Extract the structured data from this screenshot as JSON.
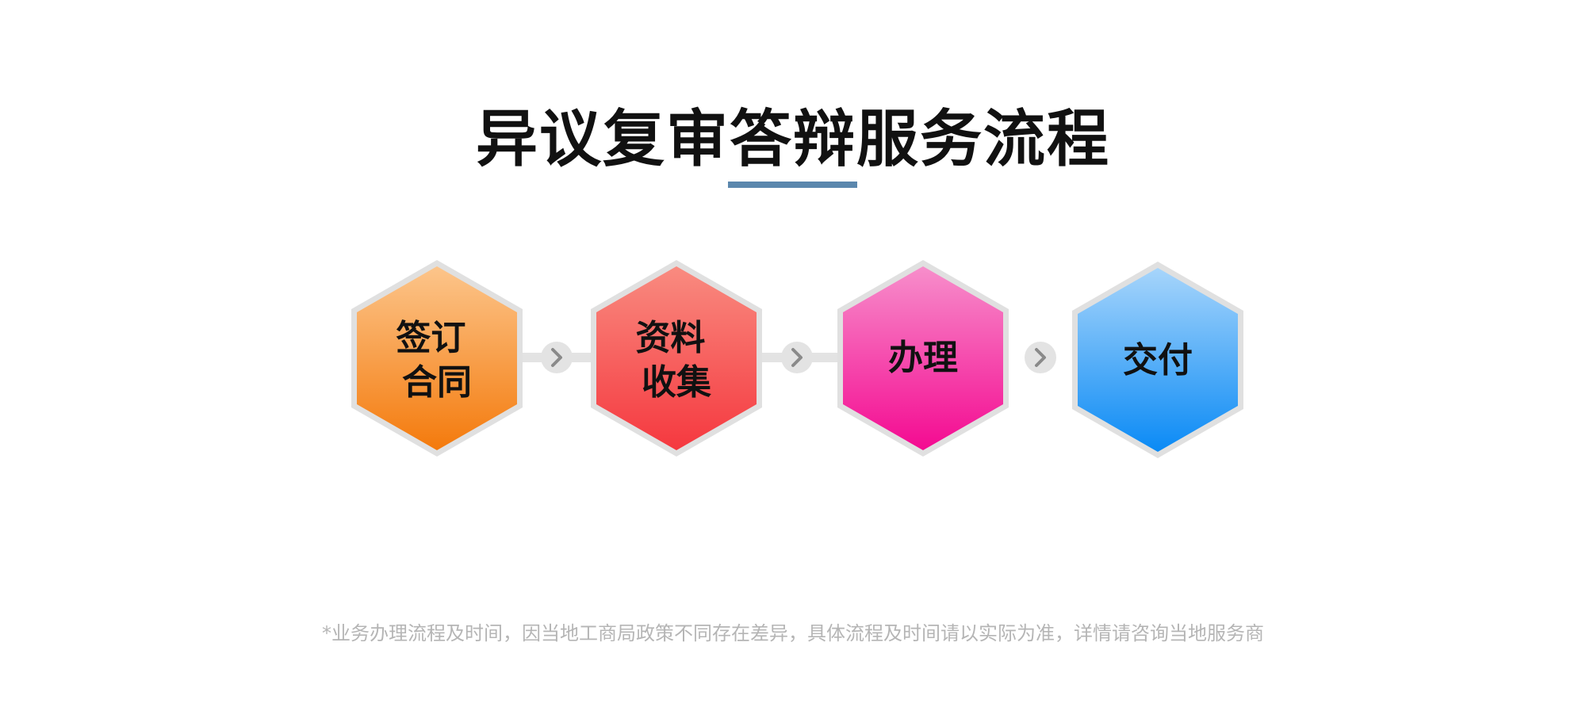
{
  "diagram": {
    "title": "异议复审答辩服务流程",
    "steps": [
      {
        "lines": [
          "签订",
          "合同"
        ],
        "color_top": "#fcc58b",
        "color_bottom": "#f47a0c"
      },
      {
        "lines": [
          "资料",
          "收集"
        ],
        "color_top": "#f98b80",
        "color_bottom": "#f5383f"
      },
      {
        "lines": [
          "办理"
        ],
        "color_top": "#f78ecb",
        "color_bottom": "#f40a91"
      },
      {
        "lines": [
          "交付"
        ],
        "color_top": "#a7d5fb",
        "color_bottom": "#0a8af5"
      }
    ],
    "connector_icon": "chevron-right-icon",
    "footnote": "*业务办理流程及时间，因当地工商局政策不同存在差异，具体流程及时间请以实际为准，详情请咨询当地服务商"
  },
  "colors": {
    "accent": "#5b87ad",
    "hex_border": "#e0e0e0",
    "connector": "#e3e3e3",
    "chevron": "#8a8a8a",
    "footnote_text": "#b5b5b5"
  }
}
